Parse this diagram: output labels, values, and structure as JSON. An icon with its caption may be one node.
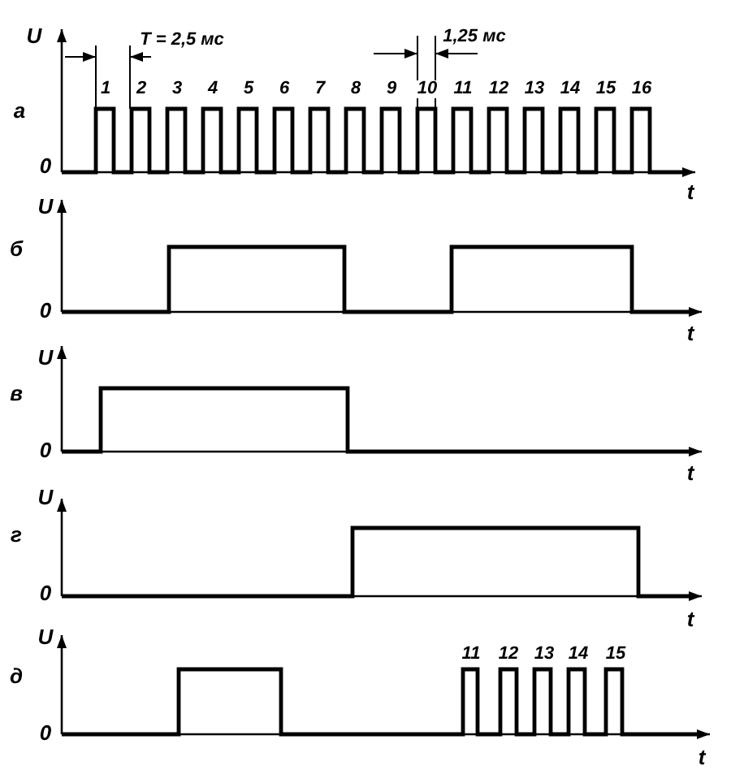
{
  "diagram": {
    "labels": [
      "U",
      "T = 2,5 мс",
      "1,25 мс",
      "1",
      "2",
      "3",
      "4",
      "5",
      "6",
      "7",
      "8",
      "9",
      "10",
      "11",
      "12",
      "13",
      "14",
      "15",
      "16",
      "а",
      "0",
      "t",
      "U",
      "б",
      "0",
      "t",
      "U",
      "в",
      "0",
      "t",
      "U",
      "г",
      "0",
      "t",
      "U",
      "11",
      "12",
      "13",
      "14",
      "15",
      "д",
      "0",
      "t"
    ]
  }
}
